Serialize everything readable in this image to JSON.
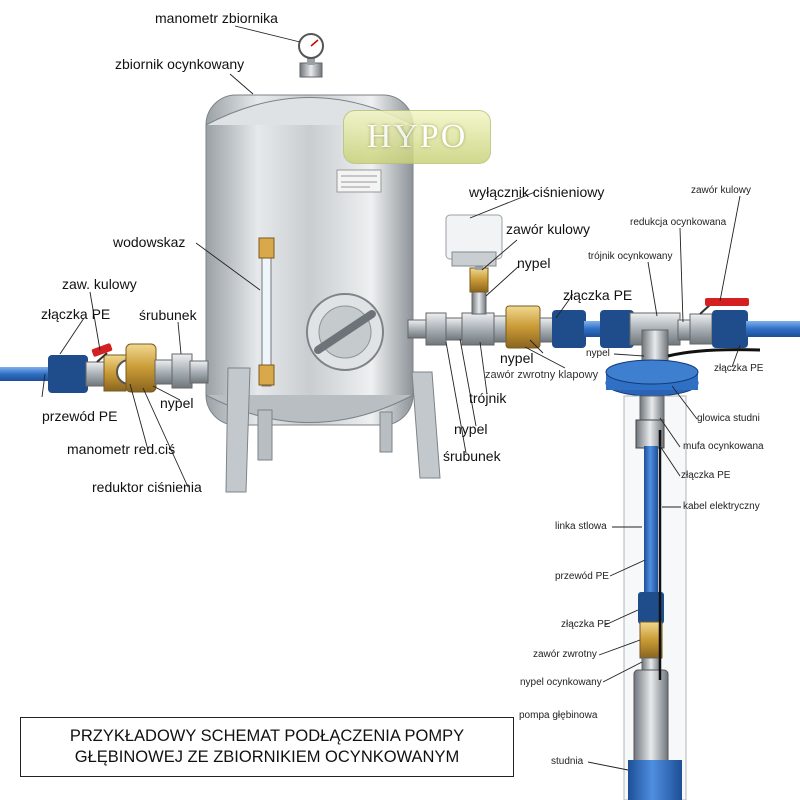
{
  "logo": "HYPO",
  "title": {
    "line1": "PRZYKŁADOWY SCHEMAT PODŁĄCZENIA POMPY",
    "line2": "GŁĘBINOWEJ ZE ZBIORNIKIEM OCYNKOWANYM"
  },
  "labels": {
    "manometr_zbiornika": "manometr zbiornika",
    "zbiornik_ocynkowany": "zbiornik ocynkowany",
    "wodowskaz": "wodowskaz",
    "zaw_kulowy_left": "zaw. kulowy",
    "zlaczka_pe_left": "złączka PE",
    "srubunek_left": "śrubunek",
    "nypel_left": "nypel",
    "przewod_pe_left": "przewód PE",
    "manometr_red_cis": "manometr red.ciś",
    "reduktor_cisnienia": "reduktor ciśnienia",
    "wylacznik_cisnieniowy": "wyłącznik ciśnieniowy",
    "zawor_kulowy_mid": "zawór kulowy",
    "nypel_mid_upper": "nypel",
    "zlaczka_pe_mid": "złączka PE",
    "nypel_mid": "nypel",
    "zawor_zwrotny_klapowy": "zawór zwrotny klapowy",
    "trojnik": "trójnik",
    "nypel_lower": "nypel",
    "srubunek_lower": "śrubunek",
    "zawor_kulowy_right": "zawór kulowy",
    "redukcja_ocynkowana": "redukcja ocynkowana",
    "trojnik_ocynkowany": "trójnik ocynkowany",
    "nypel_right": "nypel",
    "zlaczka_pe_right": "złączka PE",
    "glowica_studni": "glowica studni",
    "mufa_ocynkowana": "mufa ocynkowana",
    "zlaczka_pe_right2": "złączka PE",
    "kabel_elektryczny": "kabel elektryczny",
    "linka_stalowa": "linka stlowa",
    "przewod_pe_right": "przewód PE",
    "zlaczka_pe_well": "złączka PE",
    "zawor_zwrotny": "zawór zwrotny",
    "nypel_ocynkowany": "nypel ocynkowany",
    "pompa_glebinowa": "pompa głębinowa",
    "studnia": "studnia"
  },
  "colors": {
    "pipe_blue": "#3f7fd0",
    "valve_red": "#d42020",
    "brass": "#c9a24a",
    "steel": "#b9bfc4"
  }
}
